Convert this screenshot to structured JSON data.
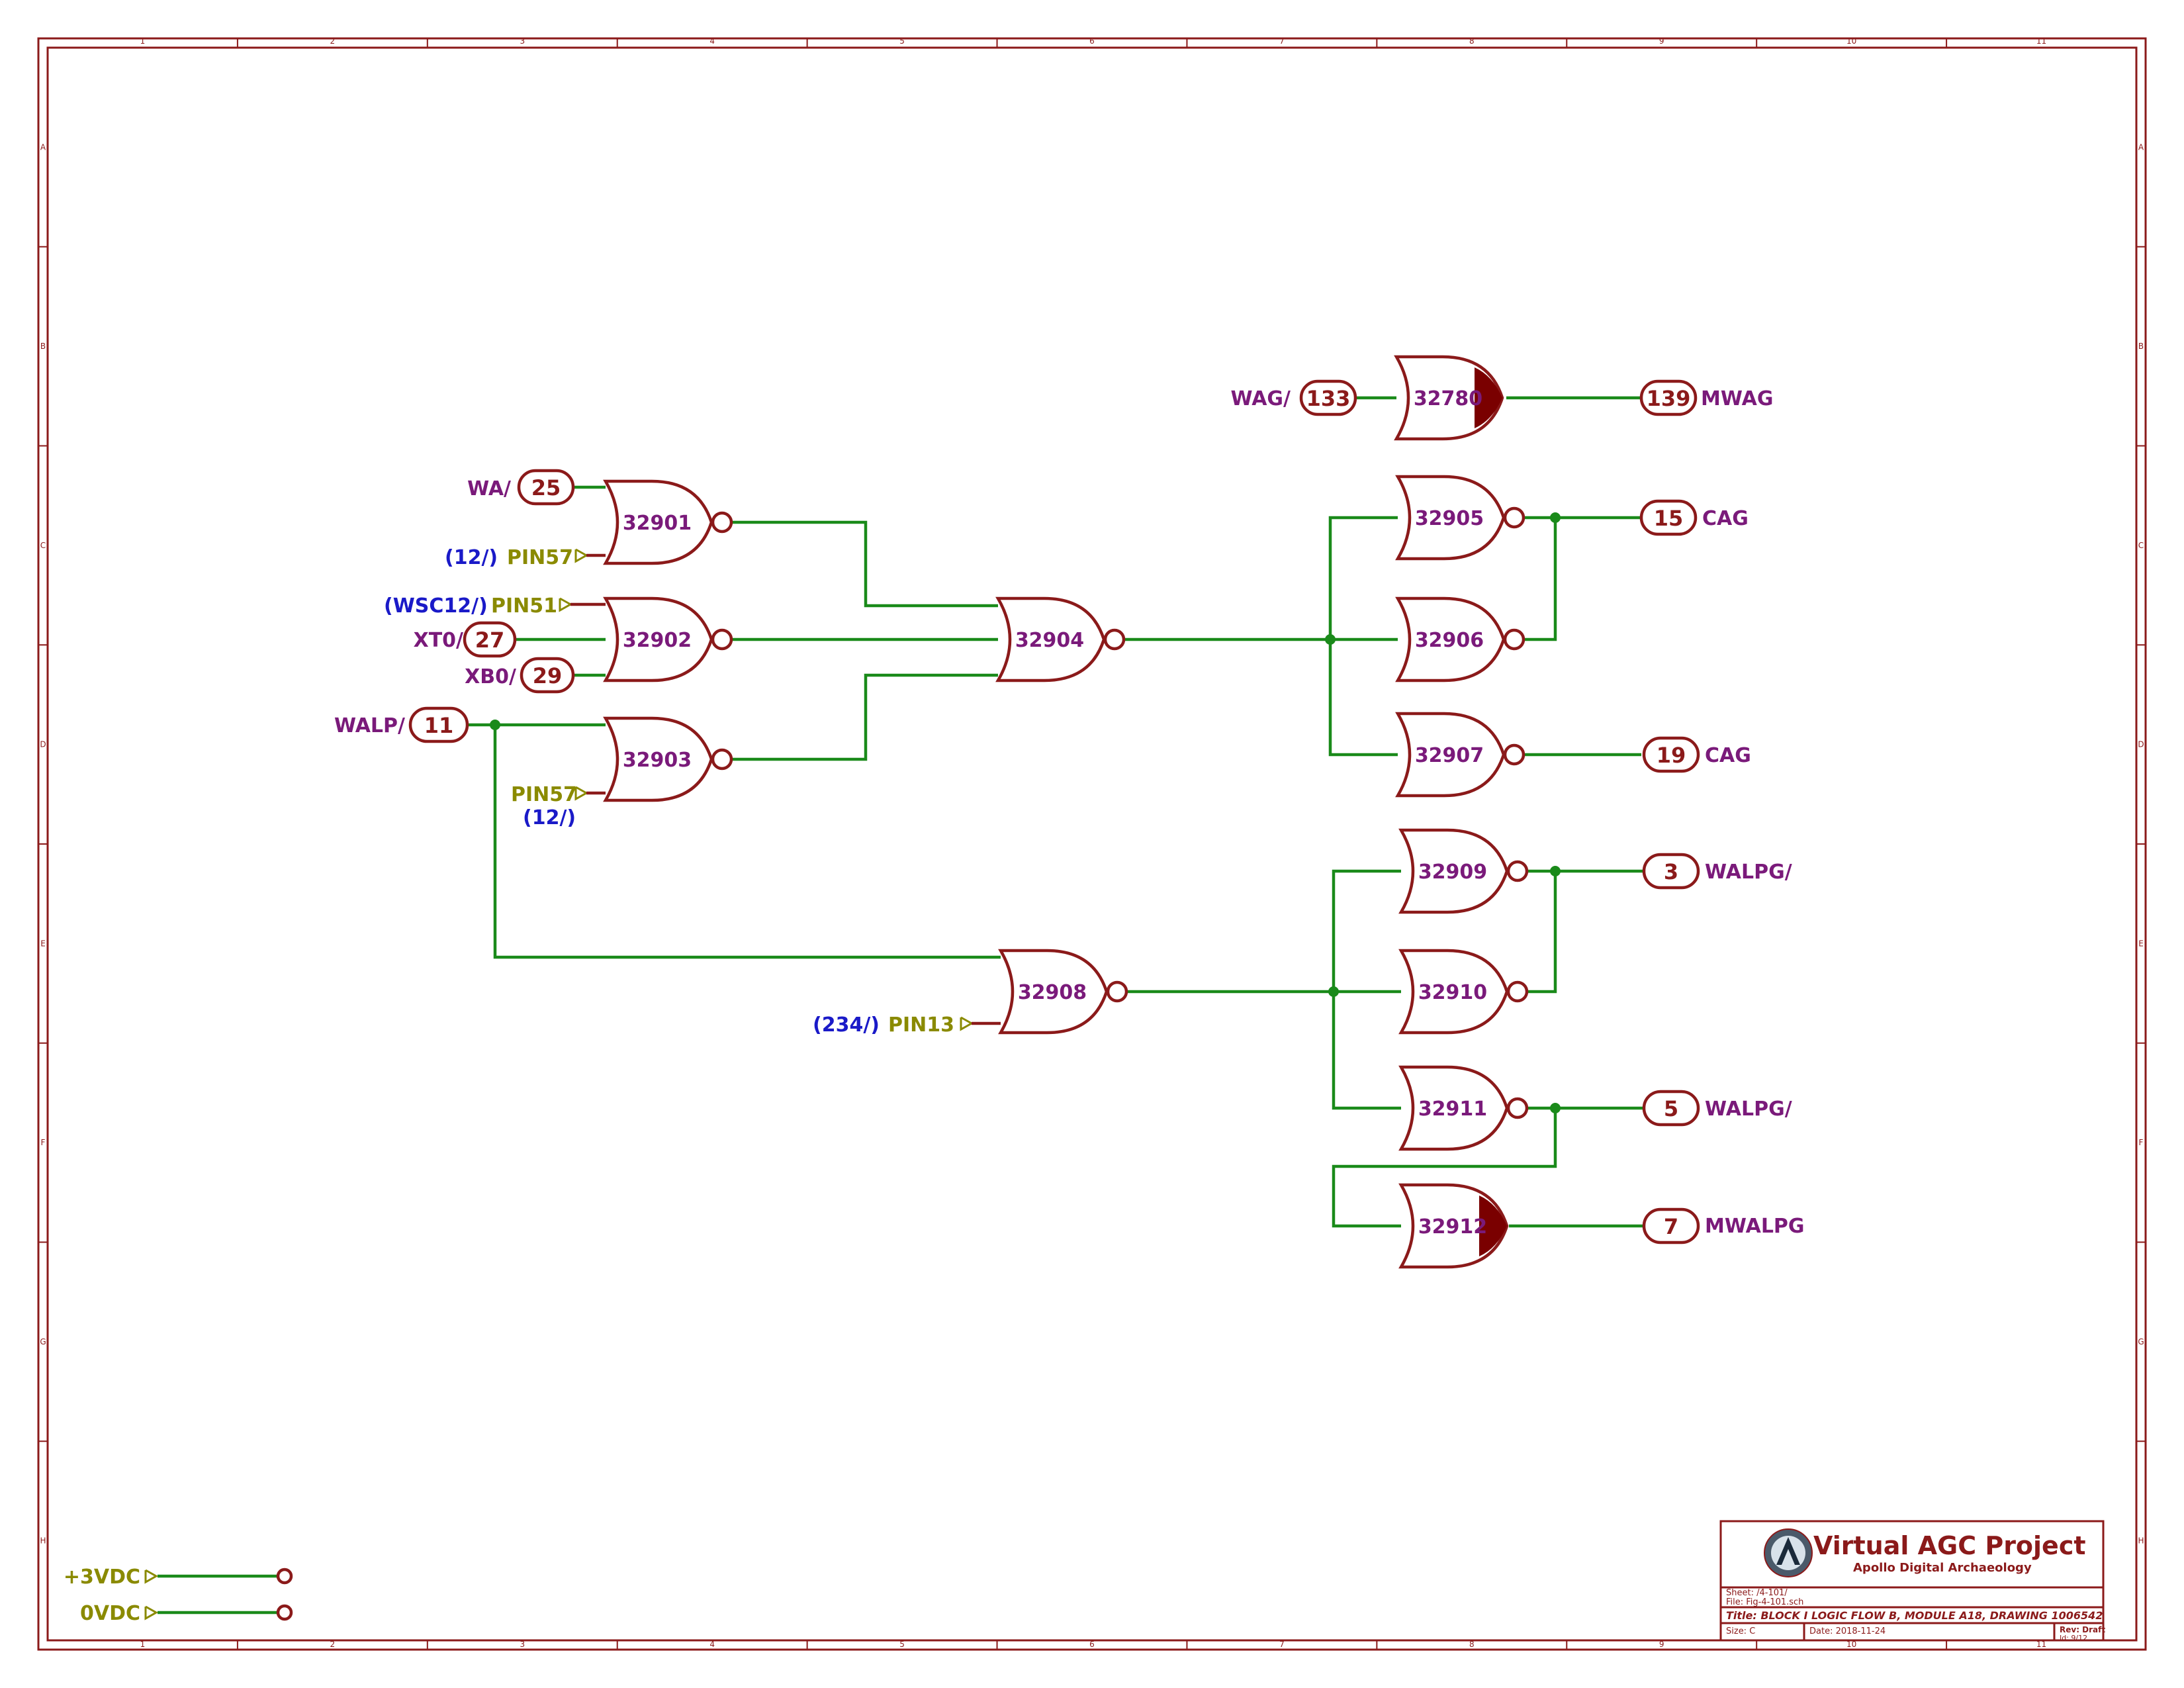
{
  "frame": {
    "col_ticks": [
      "1",
      "2",
      "3",
      "4",
      "5",
      "6",
      "7",
      "8",
      "9",
      "10",
      "11"
    ],
    "row_ticks": [
      "A",
      "B",
      "C",
      "D",
      "E",
      "F",
      "G",
      "H"
    ]
  },
  "gates": {
    "g32780": "32780",
    "g32901": "32901",
    "g32902": "32902",
    "g32903": "32903",
    "g32904": "32904",
    "g32905": "32905",
    "g32906": "32906",
    "g32907": "32907",
    "g32908": "32908",
    "g32909": "32909",
    "g32910": "32910",
    "g32911": "32911",
    "g32912": "32912"
  },
  "inputs": {
    "wag": {
      "signal": "WAG/",
      "pin": "133"
    },
    "wa": {
      "signal": "WA/",
      "pin": "25"
    },
    "xt0": {
      "signal": "XT0/",
      "pin": "27"
    },
    "xb0": {
      "signal": "XB0/",
      "pin": "29"
    },
    "walp": {
      "signal": "WALP/",
      "pin": "11"
    }
  },
  "pins": {
    "pin57a": {
      "ref": "(12/)",
      "name": "PIN57"
    },
    "pin51": {
      "ref": "(WSC12/)",
      "name": "PIN51"
    },
    "pin57b": {
      "ref": "(12/)",
      "name": "PIN57"
    },
    "pin13": {
      "ref": "(234/)",
      "name": "PIN13"
    }
  },
  "outputs": {
    "mwag": {
      "pin": "139",
      "signal": "MWAG"
    },
    "cag15": {
      "pin": "15",
      "signal": "CAG"
    },
    "cag19": {
      "pin": "19",
      "signal": "CAG"
    },
    "walpg3": {
      "pin": "3",
      "signal": "WALPG/"
    },
    "walpg5": {
      "pin": "5",
      "signal": "WALPG/"
    },
    "mwalpg": {
      "pin": "7",
      "signal": "MWALPG"
    }
  },
  "power": {
    "p3v": "+3VDC",
    "p0v": "0VDC"
  },
  "title_block": {
    "project": "Virtual AGC Project",
    "subtitle": "Apollo Digital Archaeology",
    "sheet": "Sheet: /4-101/",
    "file": "File: Fig-4-101.sch",
    "title": "Title: BLOCK I LOGIC FLOW B, MODULE A18, DRAWING 1006542",
    "size": "Size: C",
    "date": "Date: 2018-11-24",
    "rev": "Rev: Draft",
    "id": "Id: 9/12"
  }
}
